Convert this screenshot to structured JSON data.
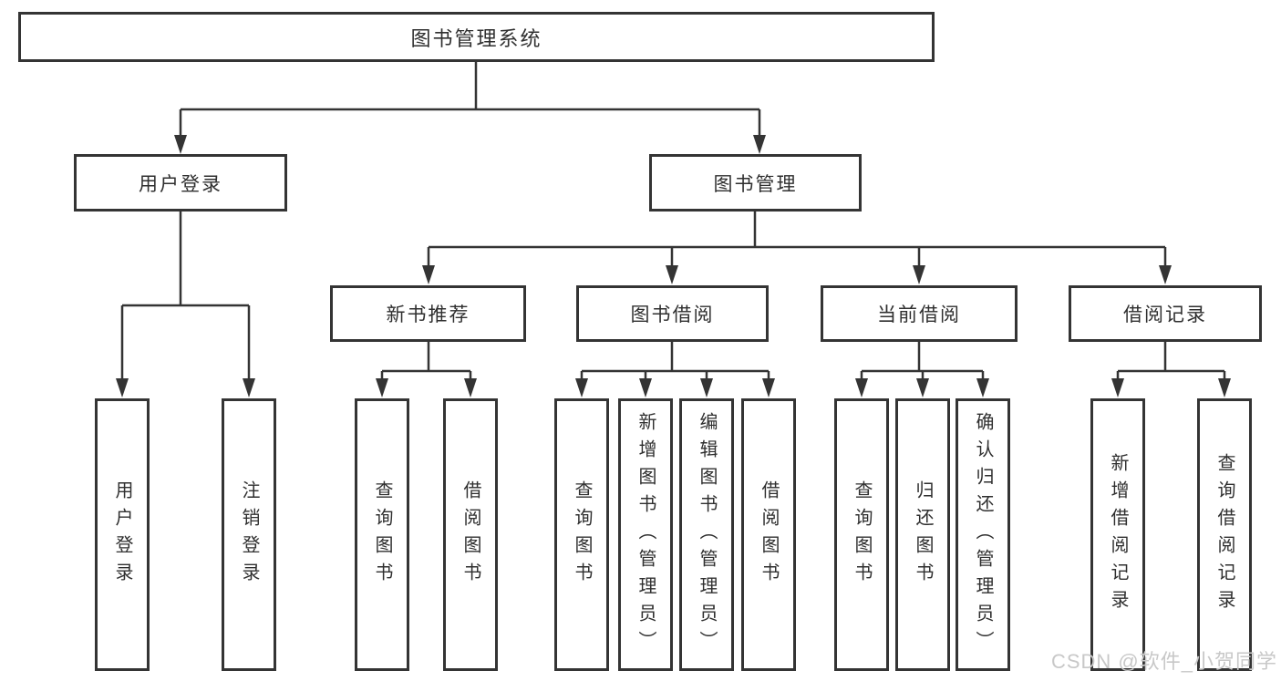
{
  "tree": {
    "label": "图书管理系统",
    "children": [
      {
        "label": "用户登录",
        "children": [
          {
            "label": "用户登录"
          },
          {
            "label": "注销登录"
          }
        ]
      },
      {
        "label": "图书管理",
        "children": [
          {
            "label": "新书推荐",
            "children": [
              {
                "label": "查询图书"
              },
              {
                "label": "借阅图书"
              }
            ]
          },
          {
            "label": "图书借阅",
            "children": [
              {
                "label": "查询图书"
              },
              {
                "label": "新增图书（管理员）"
              },
              {
                "label": "编辑图书（管理员）"
              },
              {
                "label": "借阅图书"
              }
            ]
          },
          {
            "label": "当前借阅",
            "children": [
              {
                "label": "查询图书"
              },
              {
                "label": "归还图书"
              },
              {
                "label": "确认归还（管理员）"
              }
            ]
          },
          {
            "label": "借阅记录",
            "children": [
              {
                "label": "新增借阅记录"
              },
              {
                "label": "查询借阅记录"
              }
            ]
          }
        ]
      }
    ]
  },
  "watermark": {
    "text": "CSDN @软件_小贺同学"
  },
  "colors": {
    "line": "#343434",
    "box_border": "#343434",
    "box_background": "#ffffff",
    "text": "#2f2f2f",
    "watermark": "#c8c8c8"
  }
}
